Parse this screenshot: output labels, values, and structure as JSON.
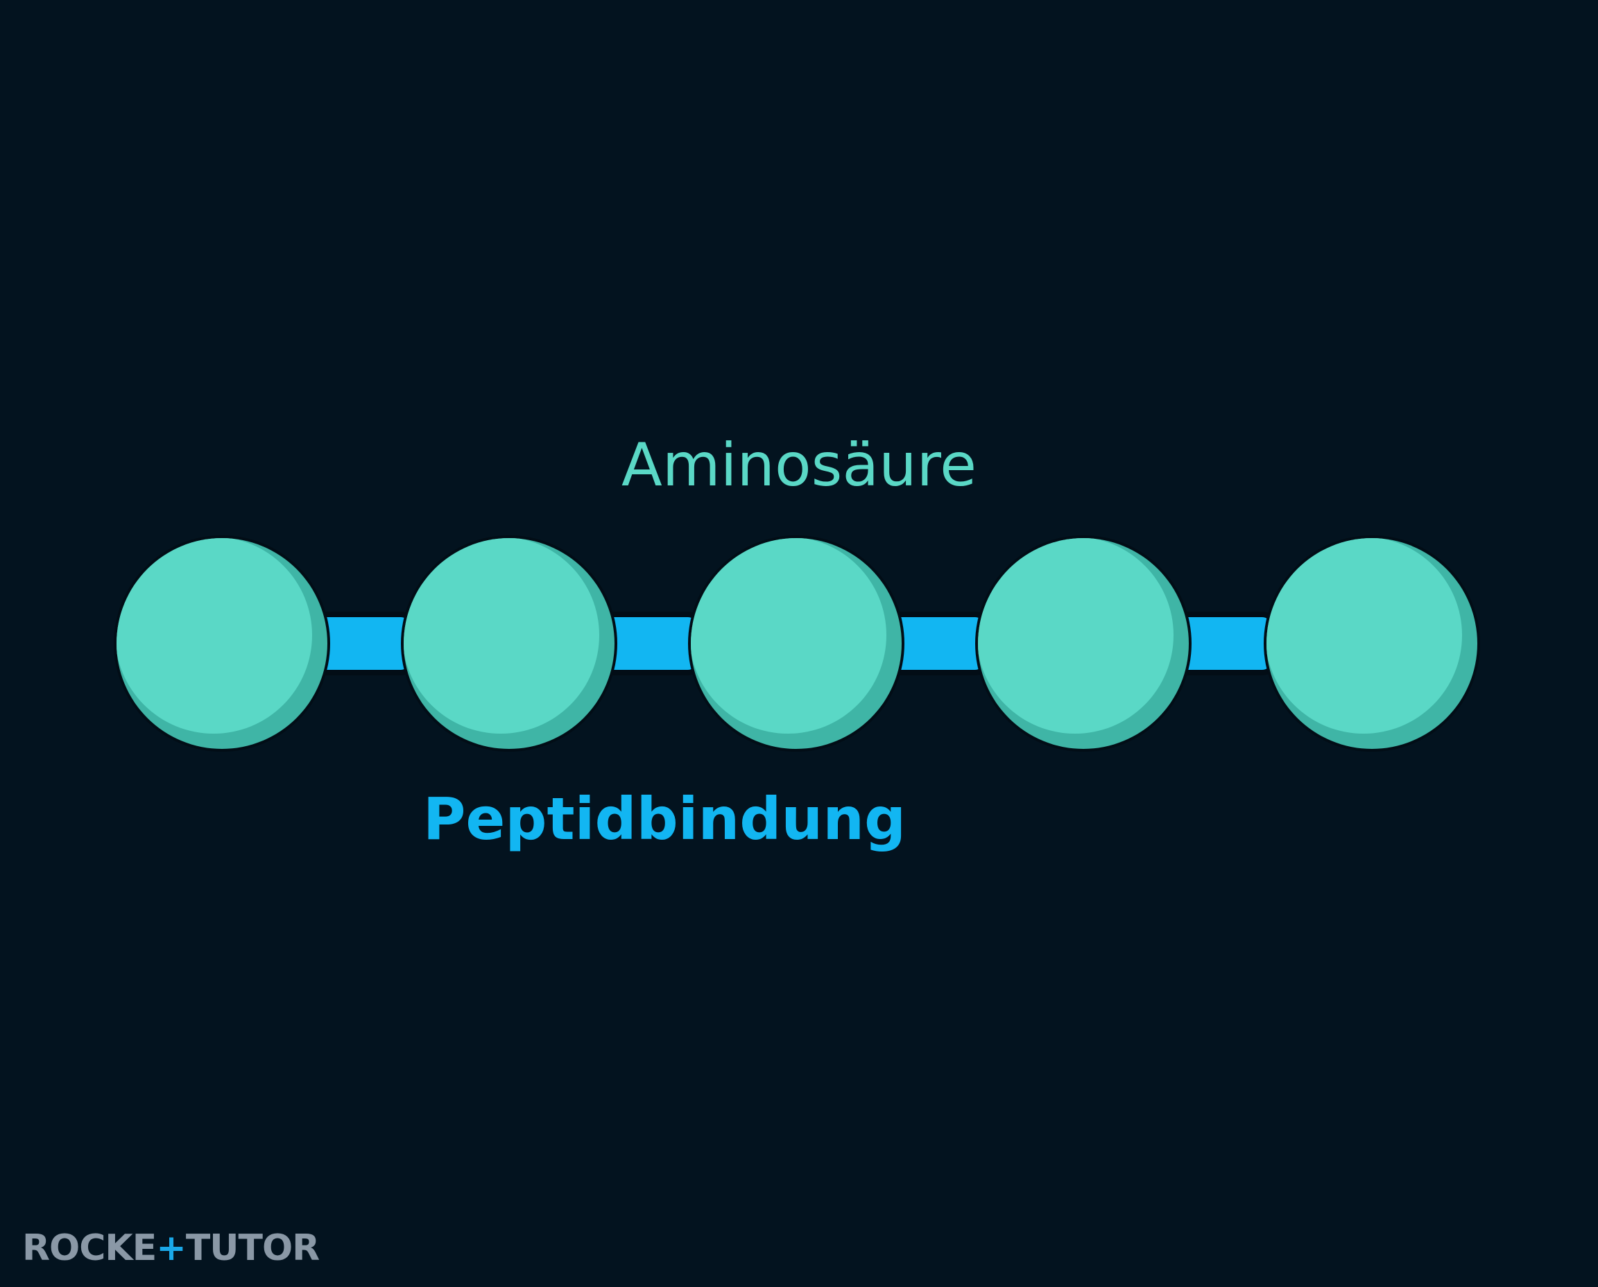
{
  "diagram": {
    "labels": {
      "amino_acid": "Aminosäure",
      "peptide_bond": "Peptidbindung"
    },
    "amino_acid_count": 5,
    "peptide_bond_count": 4,
    "colors": {
      "background": "#03131f",
      "amino_acid": "#5ad8c6",
      "amino_acid_shadow": "#3fb5a6",
      "peptide_bond": "#12b6f2",
      "outline": "#020d16"
    }
  },
  "logo": {
    "text_left": "ROCKE",
    "plus": "+",
    "text_right": "TUTOR"
  }
}
